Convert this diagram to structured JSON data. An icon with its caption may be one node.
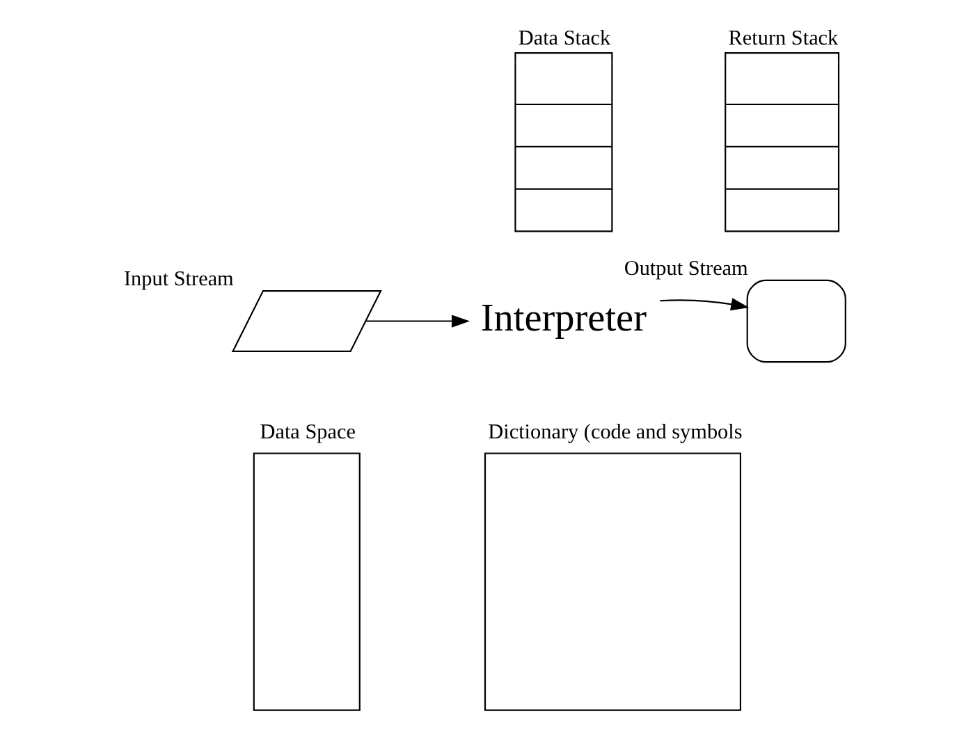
{
  "diagram": {
    "nodes": [
      {
        "text": [
          "Data Stack"
        ]
      },
      {
        "text": [
          "Return Stack"
        ]
      },
      {
        "text": [
          "Input Stream"
        ]
      },
      {
        "text": [
          "Interpreter"
        ]
      },
      {
        "text": [
          "Output Stream"
        ]
      },
      {
        "text": [
          "Dictionary (code and symbols"
        ]
      },
      {
        "text": [
          "Data Space"
        ]
      }
    ],
    "edges": [
      {
        "from": 2,
        "to": 3,
        "arrow": "to"
      },
      {
        "from": 3,
        "to": 4,
        "arrow": "to"
      }
    ]
  }
}
